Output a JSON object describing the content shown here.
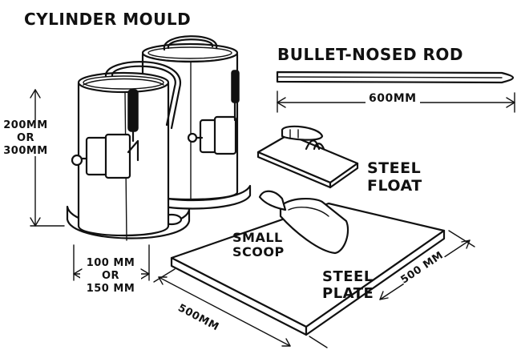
{
  "labels": {
    "cylinder_mould": "CYLINDER MOULD",
    "bullet_nosed_rod": "BULLET-NOSED ROD",
    "rod_length": "600MM",
    "height_line1": "200MM",
    "height_line2": "OR",
    "height_line3": "300MM",
    "diameter_line1": "100 MM",
    "diameter_line2": "OR",
    "diameter_line3": "150 MM",
    "steel_float_line1": "STEEL",
    "steel_float_line2": "FLOAT",
    "small_scoop_line1": "SMALL",
    "small_scoop_line2": "SCOOP",
    "steel_plate_line1": "STEEL",
    "steel_plate_line2": "PLATE",
    "plate_depth": "500 MM",
    "plate_width": "500MM"
  }
}
